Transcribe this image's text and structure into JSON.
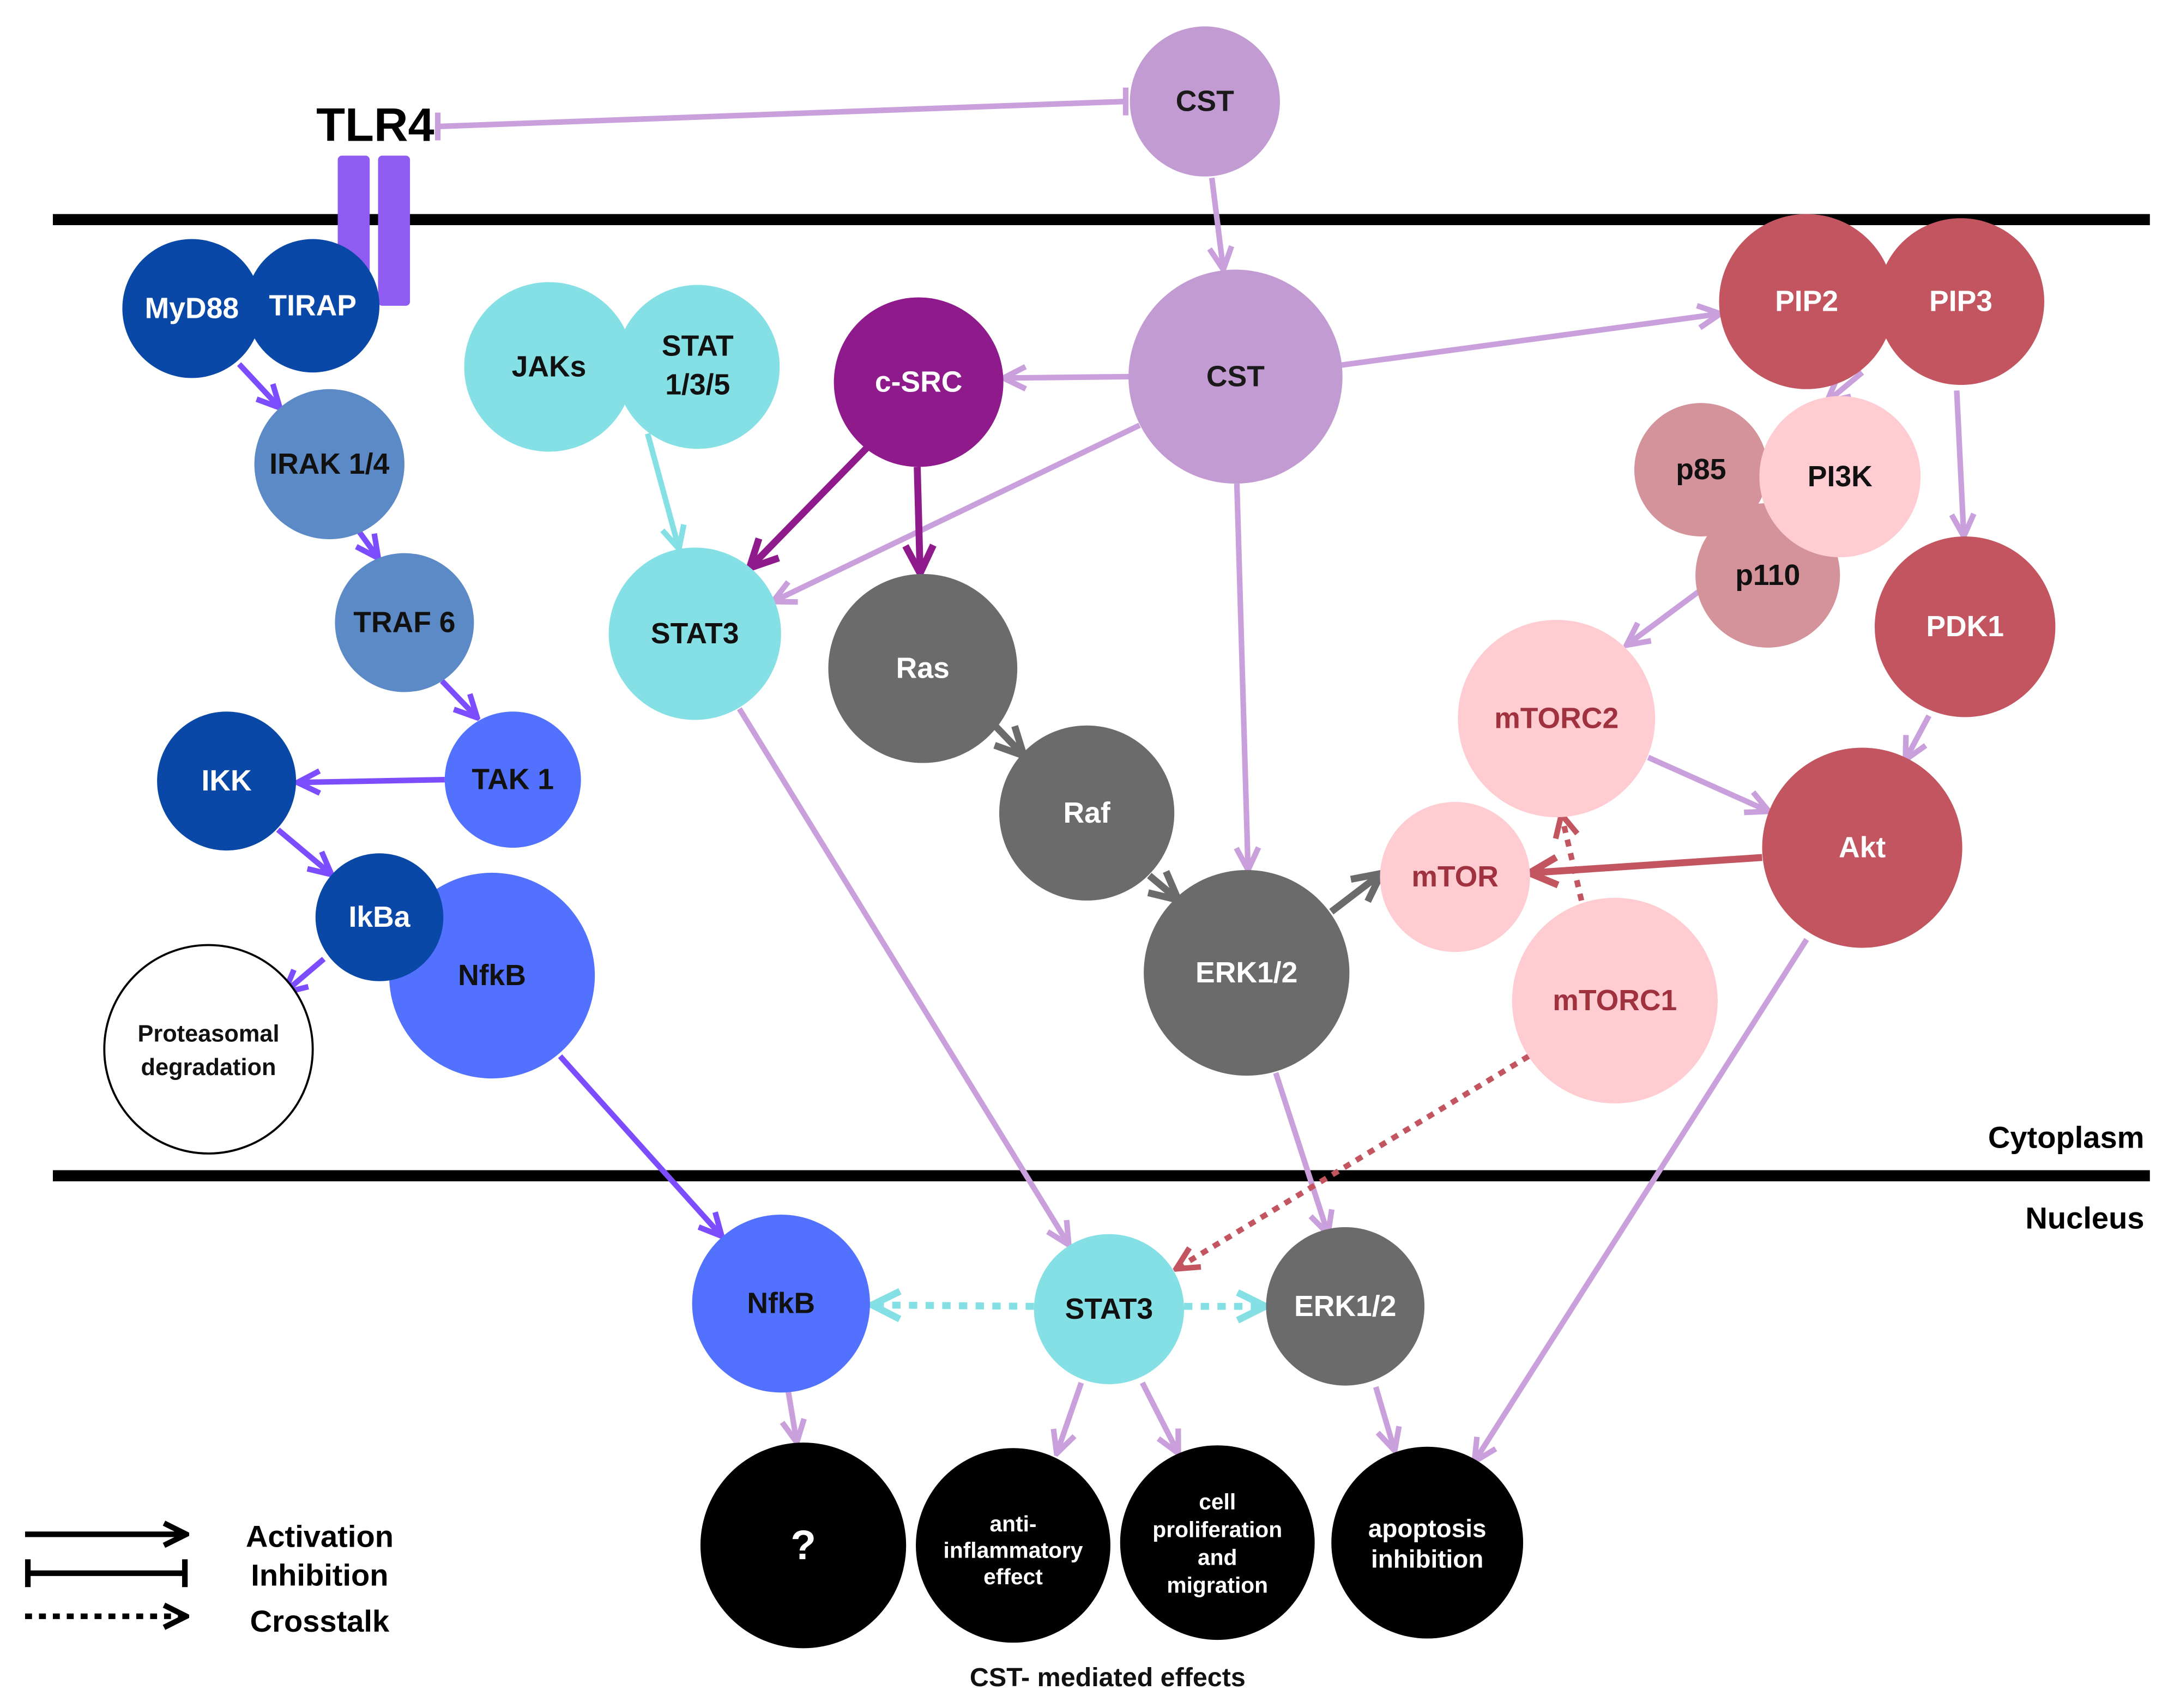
{
  "nodes": {
    "tlr4": "TLR4",
    "cst_top": "CST",
    "cst_main": "CST",
    "myd88": "MyD88",
    "tirap": "TIRAP",
    "irak": "IRAK 1/4",
    "traf6": "TRAF 6",
    "tak1": "TAK 1",
    "ikk": "IKK",
    "ikba": "IkBa",
    "nfkb_cyto": "NfkB",
    "proteasomal": [
      "Proteasomal",
      "degradation"
    ],
    "jaks": "JAKs",
    "stat135": [
      "STAT",
      "1/3/5"
    ],
    "csrc": "c-SRC",
    "stat3_cyto": "STAT3",
    "ras": "Ras",
    "raf": "Raf",
    "erk_cyto": "ERK1/2",
    "pip2": "PIP2",
    "pip3": "PIP3",
    "p85": "p85",
    "pi3k": "PI3K",
    "p110": "p110",
    "pdk1": "PDK1",
    "mtorc2": "mTORC2",
    "mtor": "mTOR",
    "akt": "Akt",
    "mtorc1": "mTORC1",
    "nfkb_nuc": "NfkB",
    "stat3_nuc": "STAT3",
    "erk_nuc": "ERK1/2"
  },
  "effects": {
    "unknown": [
      "?"
    ],
    "anti_inflammatory": [
      "anti-",
      "inflammatory",
      "effect"
    ],
    "proliferation": [
      "cell",
      "proliferation",
      "and",
      "migration"
    ],
    "apoptosis": [
      "apoptosis",
      "inhibition"
    ],
    "caption": "CST- mediated effects"
  },
  "compartments": {
    "cytoplasm": "Cytoplasm",
    "nucleus": "Nucleus"
  },
  "legend": {
    "activation": "Activation",
    "inhibition": "Inhibition",
    "crosstalk": "Crosstalk"
  },
  "colors": {
    "cst": "#c39bd3",
    "cst_arrow": "#c9a0dc",
    "tlr4_bar": "#8e5cf0",
    "myd88": "#0a48a8",
    "irak": "#5b8ac6",
    "tak1": "#5271ff",
    "nfkb": "#5271ff",
    "blue_arrow": "#7c4dff",
    "stat": "#84e0e4",
    "csrc": "#8e1a8c",
    "ras": "#6b6b6b",
    "pip": "#c25560",
    "p85": "#d4929a",
    "light_pink": "#ffccd2",
    "mtor_text": "#a0323f",
    "akt_arrow": "#c25560",
    "effect_fill": "#000000",
    "membrane": "#000000"
  }
}
